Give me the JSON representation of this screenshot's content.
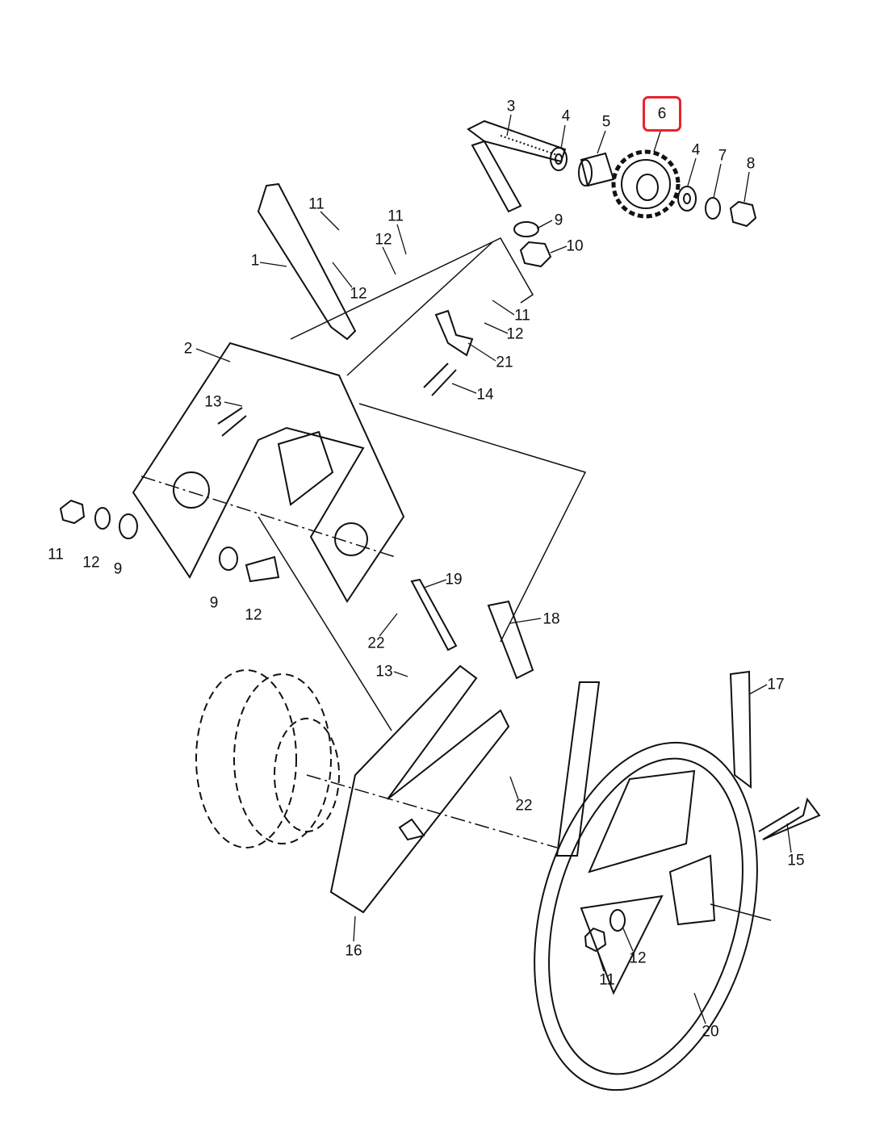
{
  "diagram": {
    "type": "exploded-parts-diagram",
    "highlight_color": "#e8232b",
    "highlighted_callout": "6",
    "callouts": [
      {
        "text": "3"
      },
      {
        "text": "4"
      },
      {
        "text": "5"
      },
      {
        "text": "6",
        "highlighted": true
      },
      {
        "text": "4"
      },
      {
        "text": "7"
      },
      {
        "text": "8"
      },
      {
        "text": "9"
      },
      {
        "text": "10"
      },
      {
        "text": "11"
      },
      {
        "text": "11"
      },
      {
        "text": "12"
      },
      {
        "text": "1"
      },
      {
        "text": "12"
      },
      {
        "text": "11"
      },
      {
        "text": "12"
      },
      {
        "text": "21"
      },
      {
        "text": "2"
      },
      {
        "text": "13"
      },
      {
        "text": "14"
      },
      {
        "text": "11"
      },
      {
        "text": "12"
      },
      {
        "text": "9"
      },
      {
        "text": "9"
      },
      {
        "text": "12"
      },
      {
        "text": "19"
      },
      {
        "text": "18"
      },
      {
        "text": "22"
      },
      {
        "text": "13"
      },
      {
        "text": "17"
      },
      {
        "text": "22"
      },
      {
        "text": "15"
      },
      {
        "text": "12"
      },
      {
        "text": "11"
      },
      {
        "text": "16"
      },
      {
        "text": "20"
      }
    ]
  }
}
